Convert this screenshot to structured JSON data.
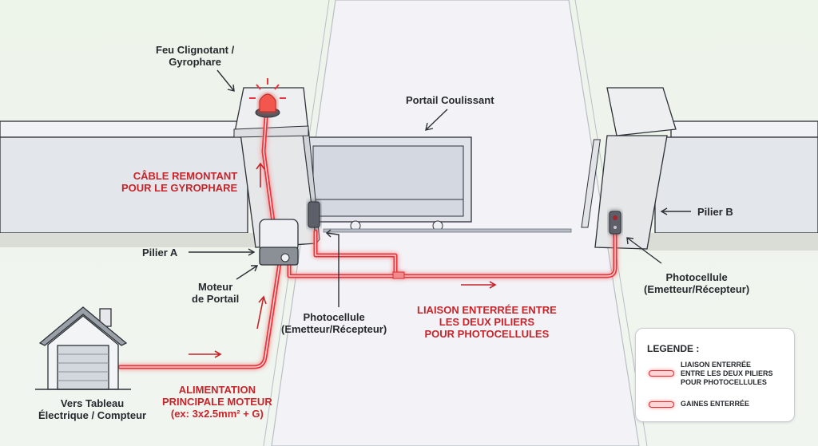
{
  "diagram": {
    "labels": {
      "gyrophare": [
        "Feu Clignotant /",
        "Gyrophare"
      ],
      "portail": "Portail Coulissant",
      "cable_gyrophare": [
        "CÂBLE REMONTANT",
        "POUR LE GYROPHARE"
      ],
      "pilier_a": "Pilier A",
      "moteur": [
        "Moteur",
        "de Portail"
      ],
      "photocellule_a": [
        "Photocellule",
        "(Emetteur/Récepteur)"
      ],
      "pilier_b": "Pilier B",
      "photocellule_b": [
        "Photocellule",
        "(Emetteur/Récepteur)"
      ],
      "liaison": [
        "LIAISON ENTERRÉE ENTRE",
        "LES DEUX PILIERS",
        "POUR PHOTOCELLULES"
      ],
      "tableau": [
        "Vers Tableau",
        "Électrique / Compteur"
      ],
      "alimentation": [
        "ALIMENTATION",
        "PRINCIPALE MOTEUR",
        "(ex: 3x2.5mm² + G)"
      ]
    },
    "legend": {
      "title": "LEGENDE :",
      "items": [
        {
          "label": [
            "LIAISON ENTERRÉE",
            "ENTRE LES DEUX PILIERS",
            "POUR PHOTOCELLULES"
          ]
        },
        {
          "label": [
            "GAINES ENTERRÉE"
          ]
        }
      ]
    },
    "colors": {
      "cable": "#e8353b",
      "cable_glow": "#ff6b6b",
      "annotation_red": "#c8242a",
      "text": "#26292e",
      "ground": "#eef3ec",
      "wall": "#e3e6eb",
      "pillar": "#e6e7e8"
    },
    "icons": [
      "flashing-light-icon",
      "house-icon",
      "motor-icon",
      "photocell-icon"
    ]
  }
}
